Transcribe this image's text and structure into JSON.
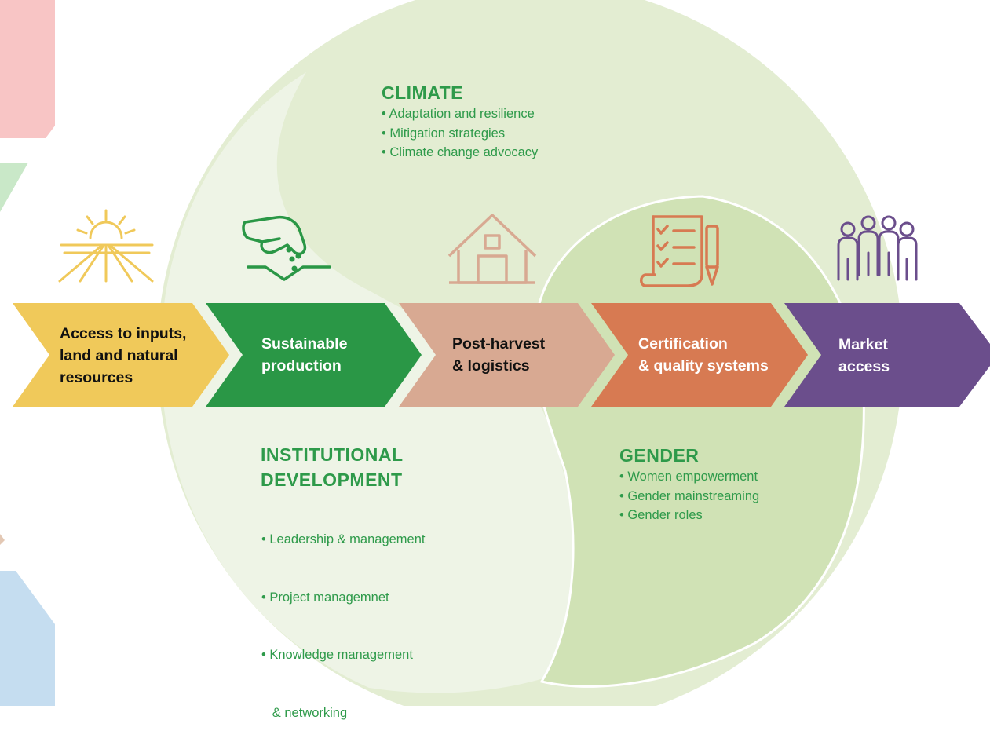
{
  "colors": {
    "stage_access": "#f0c95a",
    "stage_production": "#2a9746",
    "stage_postharvest": "#d8a992",
    "stage_certification": "#d77a52",
    "stage_market": "#6b4e8c",
    "circle_light": "#e3edd2",
    "circle_medium": "#d0e2b5",
    "lobe_pale": "#eef4e6",
    "heading_green": "#2e9a4a",
    "edge_pink": "#f8c5c5",
    "edge_green": "#c9e8c8",
    "edge_blue": "#c5ddf0"
  },
  "chain": [
    {
      "id": "access",
      "label_lines": [
        "Access to inputs,",
        "land and natural",
        "resources"
      ],
      "icon": "sun-over-field-icon"
    },
    {
      "id": "production",
      "label_lines": [
        "Sustainable",
        "production"
      ],
      "icon": "hand-sowing-seeds-icon"
    },
    {
      "id": "postharvest",
      "label_lines": [
        "Post-harvest",
        "& logistics"
      ],
      "icon": "barn-icon"
    },
    {
      "id": "certification",
      "label_lines": [
        "Certification",
        "& quality systems"
      ],
      "icon": "checklist-with-pen-icon"
    },
    {
      "id": "market",
      "label_lines": [
        "Market",
        "access"
      ],
      "icon": "group-of-people-icon"
    }
  ],
  "themes": {
    "climate": {
      "title": "CLIMATE",
      "items": [
        "• Adaptation and resilience",
        "• Mitigation strategies",
        "• Climate change advocacy"
      ]
    },
    "institutional": {
      "title_lines": [
        "INSTITUTIONAL",
        "DEVELOPMENT"
      ],
      "items": [
        "• Leadership & management",
        "• Project managemnet",
        "• Knowledge management",
        "   & networking"
      ]
    },
    "gender": {
      "title": "GENDER",
      "items": [
        "• Women empowerment",
        "• Gender mainstreaming",
        "• Gender roles"
      ]
    }
  }
}
